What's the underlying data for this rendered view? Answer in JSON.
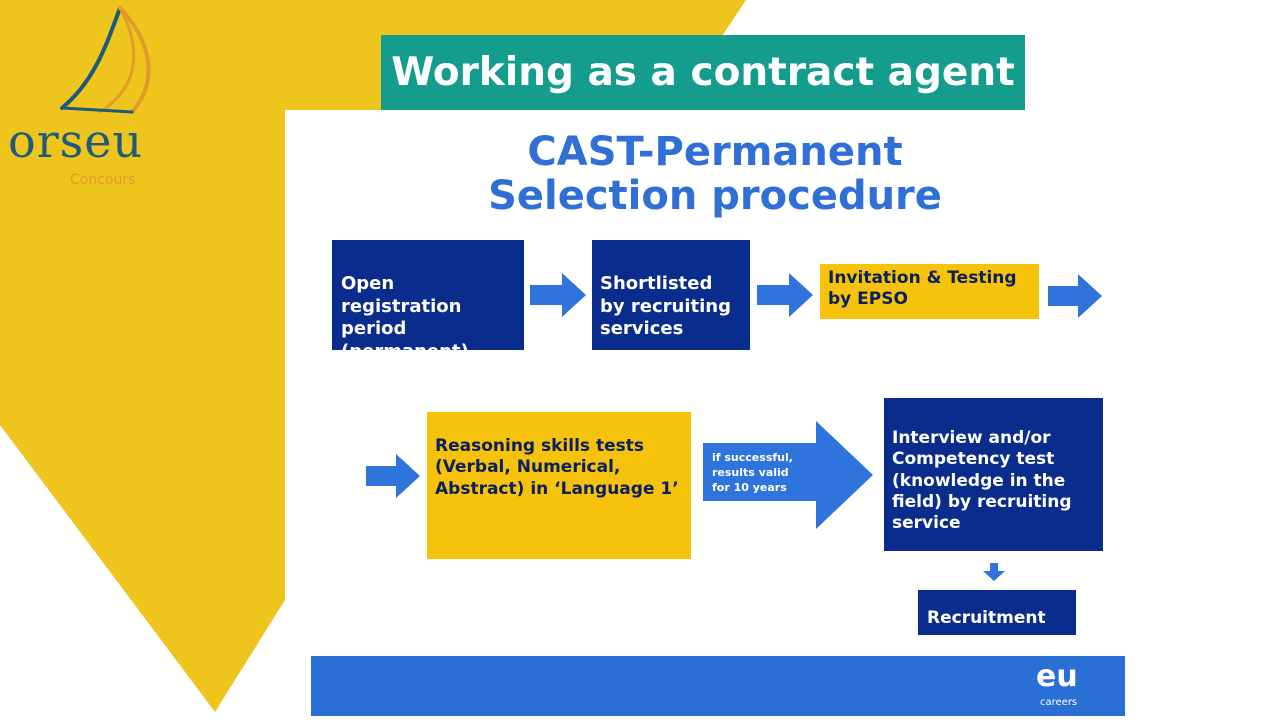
{
  "colors": {
    "background_yellow": "#eec51c",
    "banner_teal": "#149c8c",
    "navy_box": "#0a2c8c",
    "yellow_box": "#f7c20a",
    "arrow_blue": "#2f73dd",
    "title_blue": "#2f6fd6",
    "logo_navy": "#1e5a7a",
    "logo_orange": "#e29a2a"
  },
  "logo": {
    "name": "orseu",
    "subtitle": "Concours"
  },
  "banner": {
    "title": "Working as a contract agent"
  },
  "slide": {
    "title_line1": "CAST-Permanent",
    "title_line2": "Selection procedure",
    "boxes": {
      "open_registration": "Open registration period (permanent)",
      "shortlisted": "Shortlisted by recruiting services",
      "invitation": "Invitation & Testing by EPSO",
      "reasoning": "Reasoning skills tests (Verbal, Numerical, Abstract) in ‘Language 1’",
      "interview": "Interview and/or Competency test (knowledge in the field) by recruiting service",
      "recruitment": "Recruitment"
    },
    "arrow_note": "if successful, results valid for 10 years",
    "footer_logo": "eu",
    "footer_logo_sub": "careers"
  }
}
